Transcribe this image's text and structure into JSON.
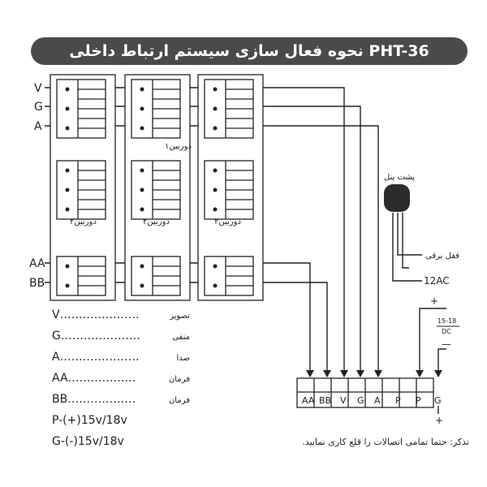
{
  "title": "نحوه فعال سازی سیستم ارتباط داخلی PHT-36",
  "bus_labels": [
    "V",
    "G",
    "A"
  ],
  "call_labels": [
    "AA",
    "BB"
  ],
  "camera_labels": [
    "دوربین۱",
    "دوربین۲",
    "دوربین۲",
    "دوربین۲"
  ],
  "panel_label": "پشت پنل",
  "lock_label": "قفل برقی",
  "ac_label": "12AC",
  "dc_plus": "+",
  "dc_minus": "—",
  "dc_label_top": "15-18",
  "dc_label_bottom": "DC",
  "ground_plus": "+",
  "terminals": [
    "AA",
    "BB",
    "V",
    "G",
    "A",
    "P",
    "P",
    "G"
  ],
  "legend": [
    {
      "code": "V…………………",
      "desc": "تصویر"
    },
    {
      "code": "G…………………",
      "desc": "منفی"
    },
    {
      "code": "A…………………",
      "desc": "صدا"
    },
    {
      "code": "AA………………",
      "desc": "فرمان"
    },
    {
      "code": "BB………………",
      "desc": "فرمان"
    }
  ],
  "power_lines": [
    "P-(+)15v/18v",
    "G-(-)15v/18v"
  ],
  "note": "تذکر: حتما تمامی اتصالات را قلع کاری نمایید."
}
